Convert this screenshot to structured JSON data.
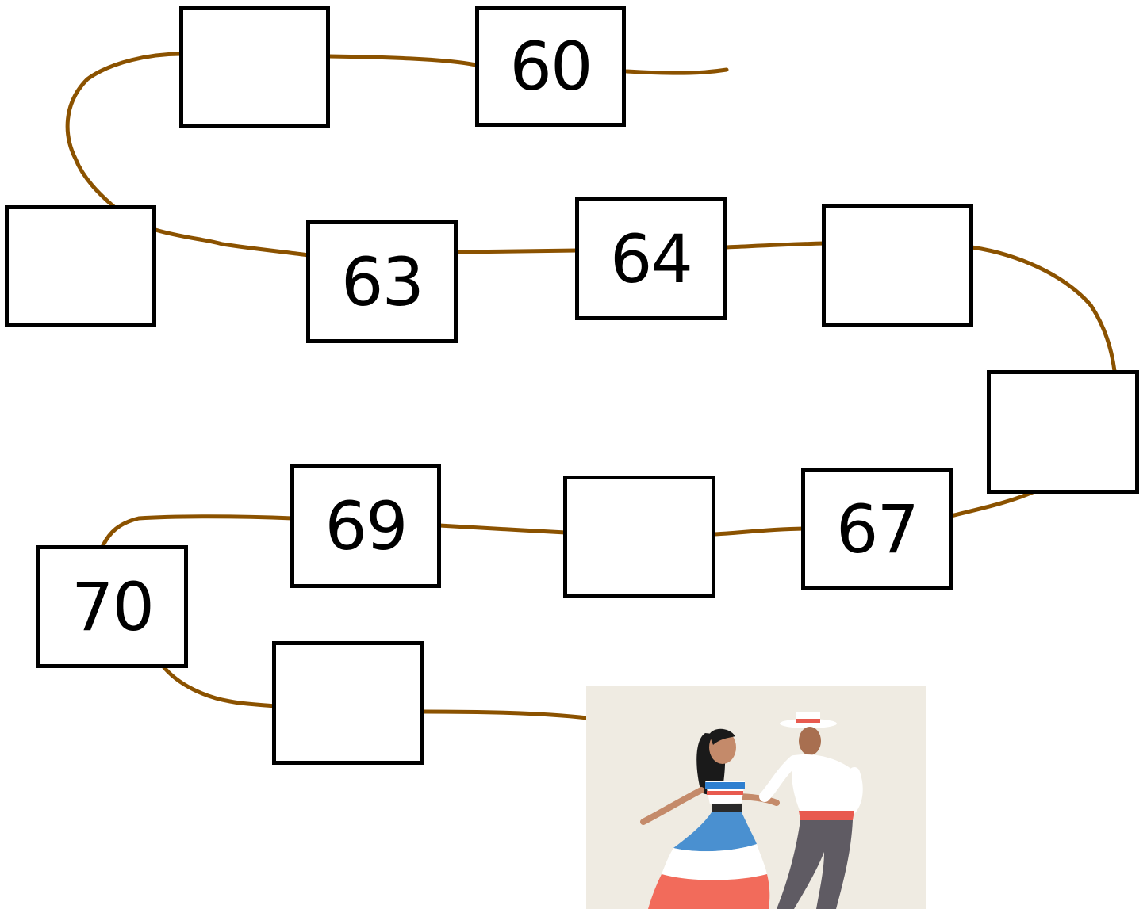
{
  "number_path": {
    "boxes": [
      {
        "id": "box-1",
        "value": "60"
      },
      {
        "id": "box-2",
        "value": ""
      },
      {
        "id": "box-3",
        "value": ""
      },
      {
        "id": "box-4",
        "value": "63"
      },
      {
        "id": "box-5",
        "value": "64"
      },
      {
        "id": "box-6",
        "value": ""
      },
      {
        "id": "box-7",
        "value": ""
      },
      {
        "id": "box-8",
        "value": "67"
      },
      {
        "id": "box-9",
        "value": ""
      },
      {
        "id": "box-10",
        "value": "69"
      },
      {
        "id": "box-11",
        "value": "70"
      },
      {
        "id": "box-12",
        "value": ""
      }
    ]
  },
  "colors": {
    "path": "#8B5200",
    "box_border": "#000000",
    "card_background": "#EFEBE2"
  },
  "illustration": {
    "subject": "dancing-couple"
  }
}
